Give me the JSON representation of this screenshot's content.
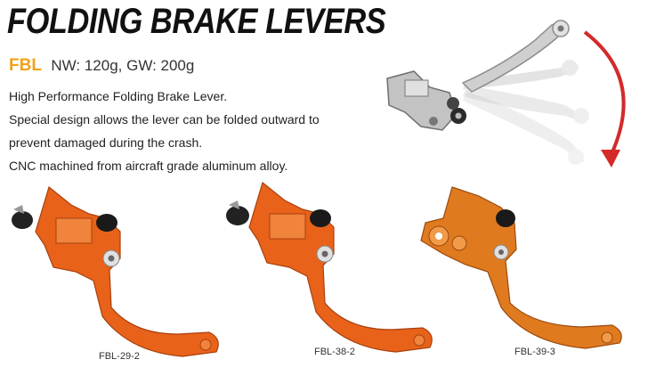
{
  "header": {
    "title": "FOLDING BRAKE LEVERS"
  },
  "spec": {
    "model": "FBL",
    "weights": "NW: 120g, GW: 200g"
  },
  "description": [
    "High Performance Folding Brake Lever.",
    "Special design allows the lever can be folded outward to",
    "prevent damaged during the crash.",
    "CNC machined from aircraft grade aluminum alloy."
  ],
  "products": [
    {
      "code": "FBL-29-2",
      "color": "#e8621a"
    },
    {
      "code": "FBL-38-2",
      "color": "#e8621a"
    },
    {
      "code": "FBL-39-3",
      "color": "#e07a1e"
    }
  ],
  "hero": {
    "arrow_color": "#d42a2a",
    "lever_color": "#c8c8c8"
  }
}
